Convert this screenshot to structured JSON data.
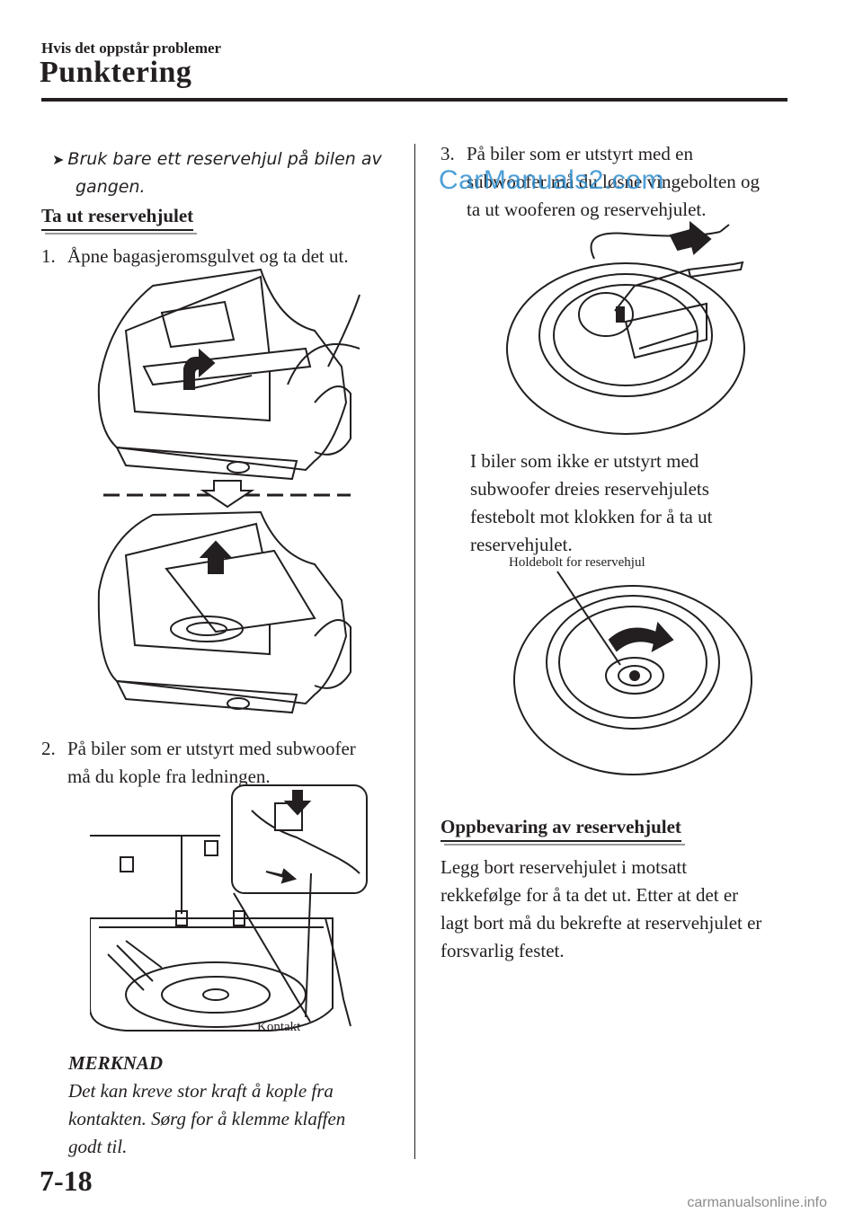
{
  "header": {
    "section": "Hvis det oppstår problemer",
    "title": "Punktering"
  },
  "note": {
    "arrow": "➤",
    "line1": "Bruk bare ett reservehjul på bilen av",
    "line2": "gangen."
  },
  "left": {
    "heading": "Ta ut reservehjulet",
    "step1": {
      "num": "1.",
      "text": "Åpne bagasjeromsgulvet og ta det ut."
    },
    "step2": {
      "num": "2.",
      "line1": "På biler som er utstyrt med subwoofer",
      "line2": "må du kople fra ledningen."
    },
    "fig2_label": "Kontakt",
    "merknad": {
      "title": "MERKNAD",
      "lines": [
        "Det kan kreve stor kraft å kople fra",
        "kontakten. Sørg for å klemme klaffen",
        "godt til."
      ]
    }
  },
  "right": {
    "step3": {
      "num": "3.",
      "line1": "På biler som er utstyrt med en",
      "line2": "subwoofer må du løsne vingebolten og",
      "line3": "ta ut wooferen og reservehjulet."
    },
    "para_no_sub": [
      "I biler som ikke er utstyrt med",
      "subwoofer dreies reservehjulets",
      "festebolt mot klokken for å ta ut",
      "reservehjulet."
    ],
    "fig4_label": "Holdebolt for reservehjul",
    "heading2": "Oppbevaring av reservehjulet",
    "para2": [
      "Legg bort reservehjulet i motsatt",
      "rekkefølge for å ta det ut. Etter at det er",
      "lagt bort må du bekrefte at reservehjulet er",
      "forsvarlig festet."
    ]
  },
  "page_number": "7-18",
  "watermarks": {
    "top": "CarManuals2.com",
    "bottom": "carmanualsonline.info"
  }
}
